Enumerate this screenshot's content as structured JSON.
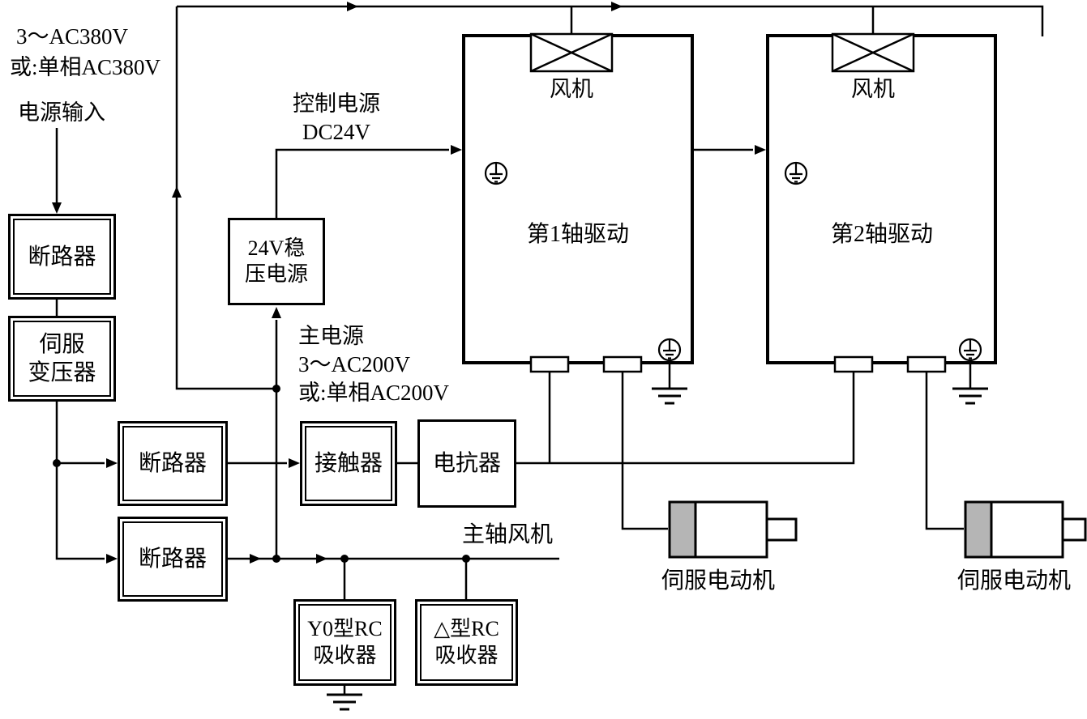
{
  "page": {
    "background": "#ffffff",
    "line_color": "#000000",
    "motor_flange_color": "#b5b5b5"
  },
  "source": {
    "voltage_line1": "3～AC380V",
    "voltage_line2": "或:单相AC380V",
    "input_label": "电源输入"
  },
  "annotations": {
    "control_power": "控制电源\nDC24V",
    "main_power": "主电源\n3～AC200V\n或:单相AC200V",
    "spindle_fan": "主轴风机"
  },
  "components": {
    "breaker_main": {
      "label": "断路器"
    },
    "transformer": {
      "label": "伺服\n变压器"
    },
    "psu_24v": {
      "label": "24V稳\n压电源"
    },
    "breaker_drive": {
      "label": "断路器"
    },
    "contactor": {
      "label": "接触器"
    },
    "reactor": {
      "label": "电抗器"
    },
    "breaker_control": {
      "label": "断路器"
    },
    "rc_absorber_y0": {
      "label": "Y0型RC\n吸收器"
    },
    "rc_absorber_delta": {
      "label": "△型RC\n吸收器"
    }
  },
  "drives": [
    {
      "label": "第1轴驱动",
      "fan_label": "风机",
      "motor_label": "伺服电动机"
    },
    {
      "label": "第2轴驱动",
      "fan_label": "风机",
      "motor_label": "伺服电动机"
    }
  ]
}
